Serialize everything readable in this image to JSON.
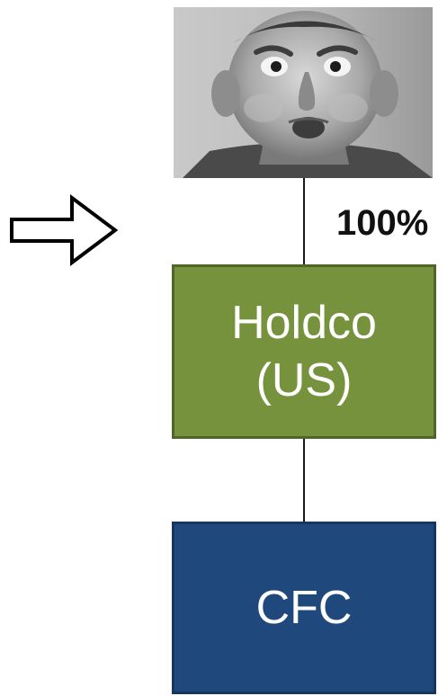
{
  "diagram": {
    "owner_photo_icon": "grayscale-portrait-photo",
    "arrow_icon": "right-arrow-outline-icon",
    "ownership_percent": "100%",
    "holdco": {
      "line1": "Holdco",
      "line2": "(US)"
    },
    "cfc": {
      "label": "CFC"
    },
    "colors": {
      "holdco_fill": "#77923c",
      "holdco_border": "#506528",
      "cfc_fill": "#1f497d",
      "cfc_border": "#163560",
      "connector": "#1a1a1a"
    }
  }
}
